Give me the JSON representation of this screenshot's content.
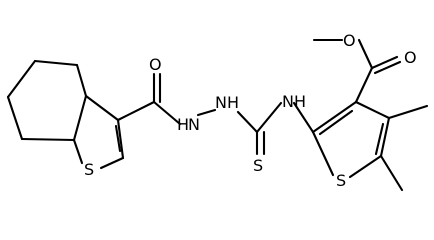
{
  "atom_labels": {
    "ester_carbonyl_O": "O",
    "ester_ether_O": "O",
    "amide_O": "O",
    "hydrazide_NH_left": "NH",
    "hydrazide_NH_right": "NH",
    "thiourea_NH": "NH",
    "thione_S": "S",
    "thiophene_S_right": "S",
    "thiophene_S_left": "S",
    "hydrazide_H_left": "H",
    "hydrazide_N_left": "N",
    "hydrazide_N_right": "N",
    "hydrazide_H_right": "H"
  }
}
